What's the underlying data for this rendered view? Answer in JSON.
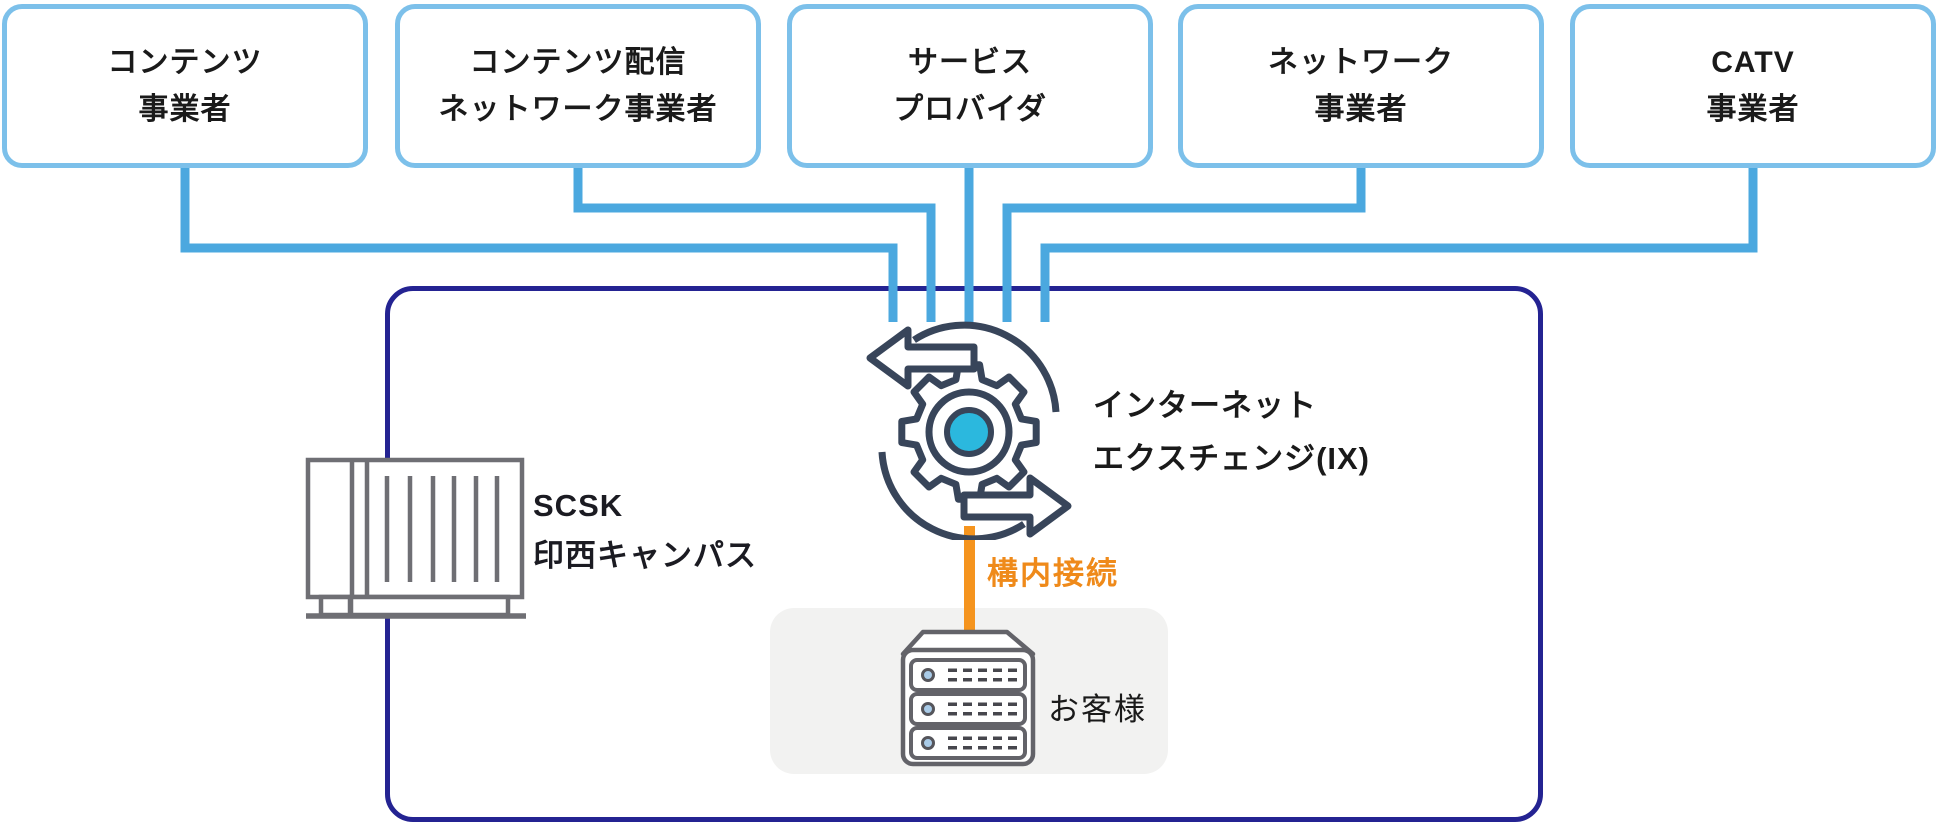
{
  "providers": [
    {
      "label_line1": "コンテンツ",
      "label_line2": "事業者"
    },
    {
      "label_line1": "コンテンツ配信",
      "label_line2": "ネットワーク事業者"
    },
    {
      "label_line1": "サービス",
      "label_line2": "プロバイダ"
    },
    {
      "label_line1": "ネットワーク",
      "label_line2": "事業者"
    },
    {
      "label_line1": "CATV",
      "label_line2": "事業者"
    }
  ],
  "campus": {
    "name_line1": "SCSK",
    "name_line2": "印西キャンパス"
  },
  "ix": {
    "label_line1": "インターネット",
    "label_line2": "エクスチェンジ(IX)"
  },
  "premises_connection_label": "構内接続",
  "customer_label": "お客様",
  "icons": {
    "campus": "building-icon",
    "ix": "gear-exchange-icon",
    "customer": "server-rack-icon"
  },
  "colors": {
    "provider_box_border": "#7CC0EA",
    "connector_line": "#4BA8DF",
    "campus_box_border": "#242392",
    "premises_connection_orange": "#F5941E",
    "premises_label_orange": "#EF8A1A",
    "gear_center_cyan": "#2BB8DE",
    "icon_outline_slate": "#38455A",
    "building_gray": "#6F6F74",
    "server_gray": "#636369",
    "customer_panel_bg": "#F2F2F1",
    "text": "#1A1A1A"
  }
}
